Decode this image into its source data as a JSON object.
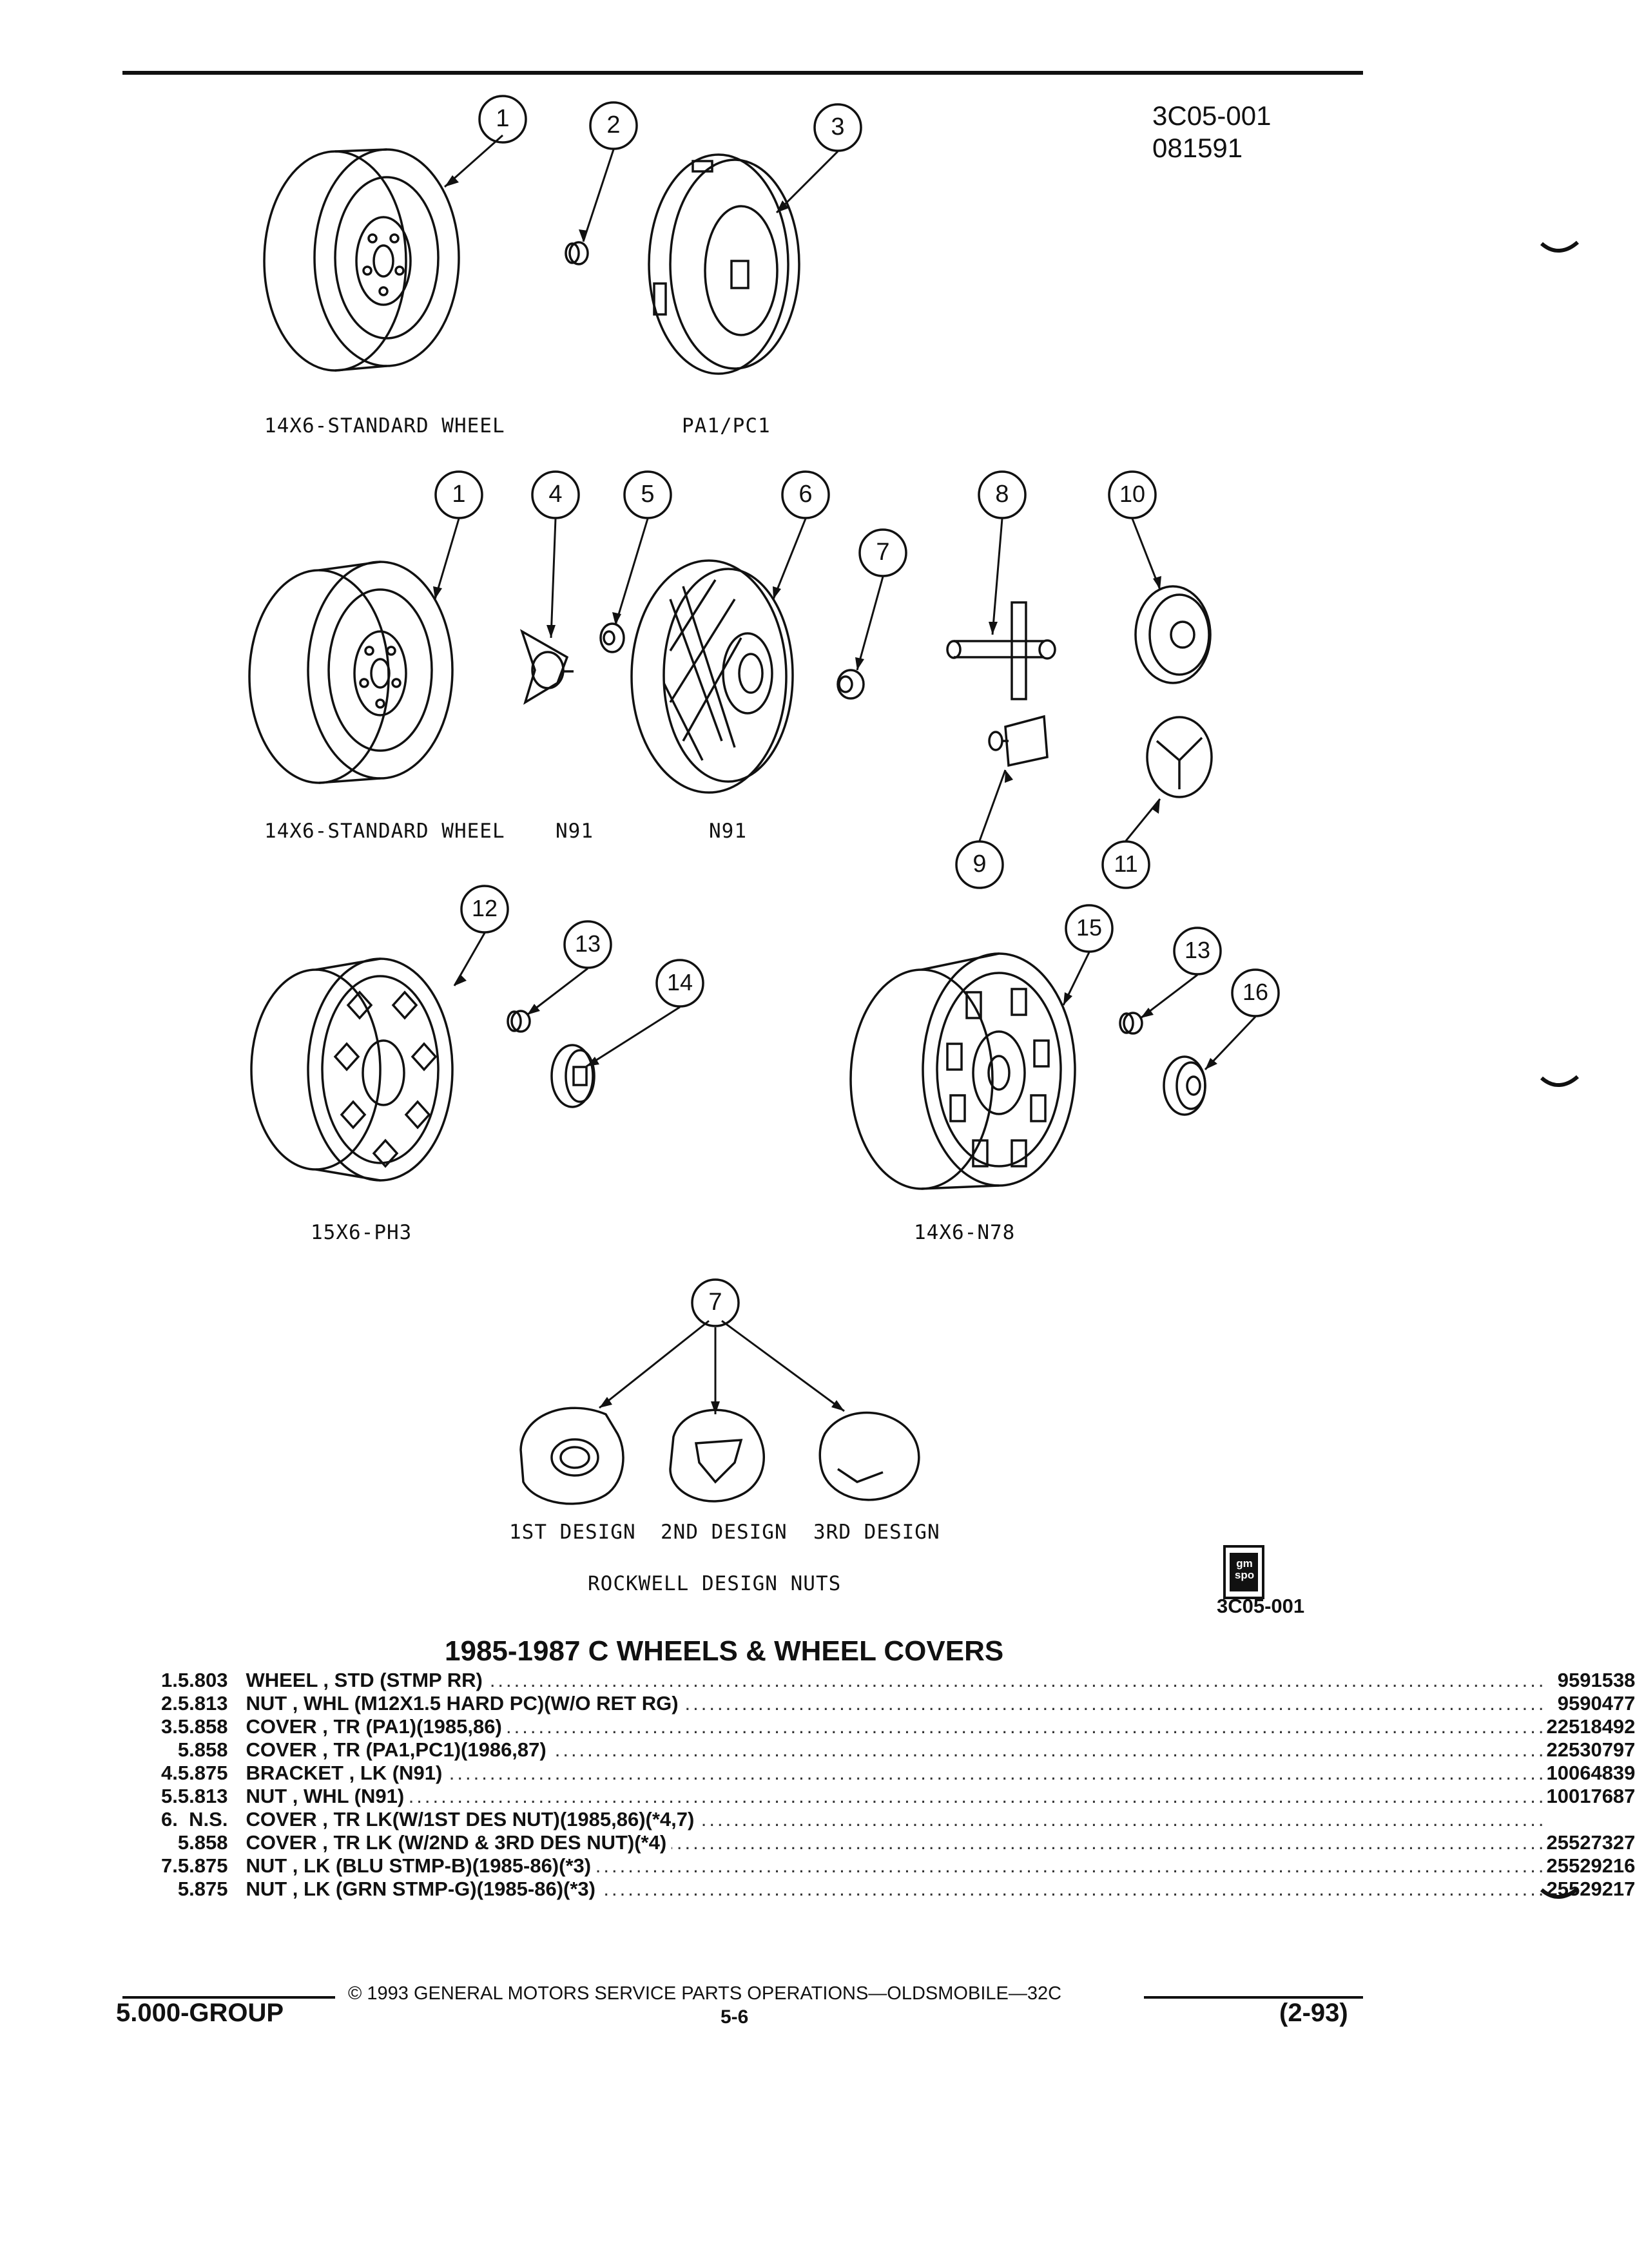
{
  "header": {
    "catalog_code": "3C05-001",
    "catalog_date": "081591"
  },
  "diagram": {
    "callouts": [
      "1",
      "2",
      "3",
      "1",
      "4",
      "5",
      "6",
      "7",
      "8",
      "10",
      "9",
      "11",
      "12",
      "13",
      "14",
      "15",
      "13",
      "16",
      "7"
    ],
    "captions": {
      "std_wheel_1": "14X6-STANDARD WHEEL",
      "pa1_pc1": "PA1/PC1",
      "std_wheel_2": "14X6-STANDARD WHEEL",
      "n91_a": "N91",
      "n91_b": "N91",
      "ph3": "15X6-PH3",
      "n78": "14X6-N78",
      "design_1": "1ST DESIGN",
      "design_2": "2ND DESIGN",
      "design_3": "3RD DESIGN",
      "rockwell": "ROCKWELL DESIGN NUTS"
    },
    "logo_text": "gm spo",
    "figure_ref": "3C05-001"
  },
  "section_title": "1985-1987 C WHEELS & WHEEL COVERS",
  "parts": [
    {
      "item": "1.",
      "ref": "5.803",
      "desc": "WHEEL , STD (STMP RR)",
      "part": "9591538"
    },
    {
      "item": "2.",
      "ref": "5.813",
      "desc": "NUT , WHL (M12X1.5 HARD PC)(W/O RET RG)",
      "part": "9590477"
    },
    {
      "item": "3.",
      "ref": "5.858",
      "desc": "COVER , TR (PA1)(1985,86)",
      "part": "22518492"
    },
    {
      "item": "",
      "ref": "5.858",
      "desc": "COVER , TR (PA1,PC1)(1986,87)",
      "part": "22530797"
    },
    {
      "item": "4.",
      "ref": "5.875",
      "desc": "BRACKET , LK (N91)",
      "part": "10064839"
    },
    {
      "item": "5.",
      "ref": "5.813",
      "desc": "NUT , WHL (N91)",
      "part": "10017687"
    },
    {
      "item": "6.",
      "ref": "N.S.",
      "desc": "COVER , TR LK(W/1ST DES NUT)(1985,86)(*4,7)",
      "part": ""
    },
    {
      "item": "",
      "ref": "5.858",
      "desc": "COVER , TR LK (W/2ND & 3RD DES NUT)(*4)",
      "part": "25527327"
    },
    {
      "item": "7.",
      "ref": "5.875",
      "desc": "NUT , LK (BLU STMP-B)(1985-86)(*3)",
      "part": "25529216"
    },
    {
      "item": "",
      "ref": "5.875",
      "desc": "NUT , LK (GRN STMP-G)(1985-86)(*3)",
      "part": "25529217"
    }
  ],
  "footer": {
    "copyright": "© 1993 GENERAL MOTORS SERVICE PARTS OPERATIONS—OLDSMOBILE—32C",
    "group": "5.000-GROUP",
    "page": "5-6",
    "revision": "(2-93)"
  }
}
